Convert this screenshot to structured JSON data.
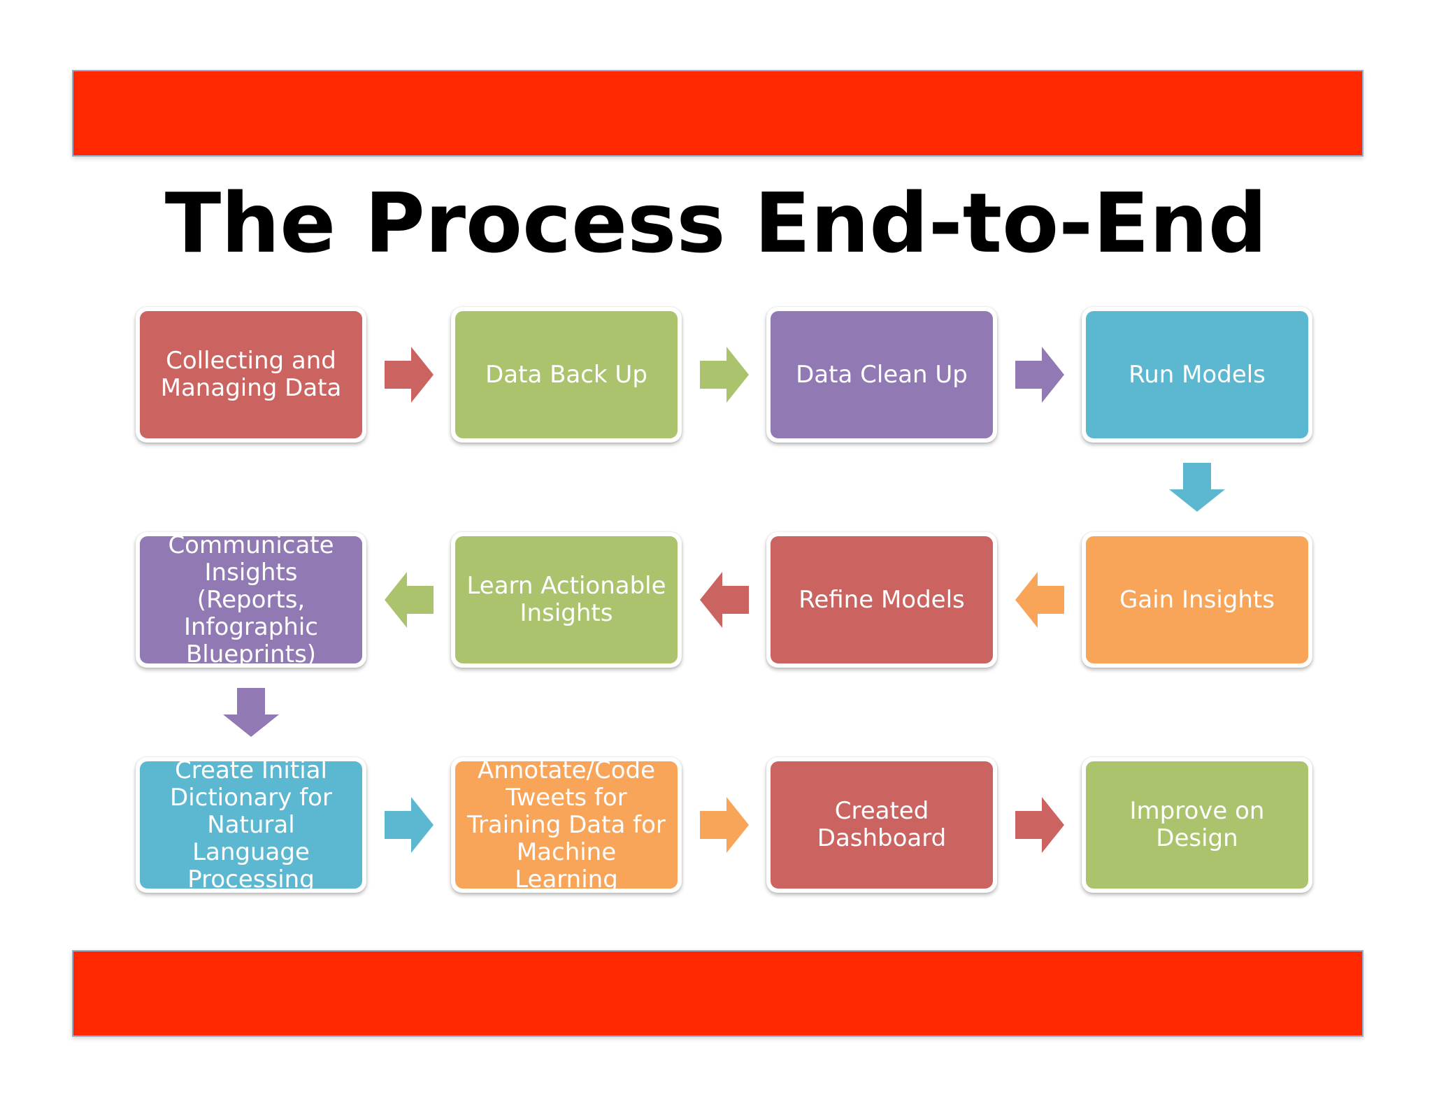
{
  "slide": {
    "title": "The Process End-to-End",
    "band_color": "#ff2800"
  },
  "colors": {
    "red": "#cb6460",
    "green": "#abc36c",
    "purple": "#9179b4",
    "blue": "#5cb8d0",
    "orange": "#f8a55a"
  },
  "steps": [
    {
      "lines": [
        "Collecting and",
        "Managing Data"
      ],
      "color": "red"
    },
    {
      "lines": [
        "Data Back Up"
      ],
      "color": "green"
    },
    {
      "lines": [
        "Data Clean Up"
      ],
      "color": "purple"
    },
    {
      "lines": [
        "Run Models"
      ],
      "color": "blue"
    },
    {
      "lines": [
        "Gain Insights"
      ],
      "color": "orange"
    },
    {
      "lines": [
        "Refine Models"
      ],
      "color": "red"
    },
    {
      "lines": [
        "Learn Actionable",
        "Insights"
      ],
      "color": "green"
    },
    {
      "lines": [
        "Communicate",
        "Insights (Reports,",
        "Infographic",
        "Blueprints)"
      ],
      "color": "purple"
    },
    {
      "lines": [
        "Create Initial",
        "Dictionary for",
        "Natural Language",
        "Processing"
      ],
      "color": "blue"
    },
    {
      "lines": [
        "Annotate/Code",
        "Tweets for",
        "Training Data for",
        "Machine Learning"
      ],
      "color": "orange"
    },
    {
      "lines": [
        "Created",
        "Dashboard"
      ],
      "color": "red"
    },
    {
      "lines": [
        "Improve on",
        "Design"
      ],
      "color": "green"
    }
  ],
  "connectors": [
    {
      "from": 0,
      "to": 1,
      "direction": "right",
      "color": "red"
    },
    {
      "from": 1,
      "to": 2,
      "direction": "right",
      "color": "green"
    },
    {
      "from": 2,
      "to": 3,
      "direction": "right",
      "color": "purple"
    },
    {
      "from": 3,
      "to": 4,
      "direction": "down",
      "color": "blue"
    },
    {
      "from": 4,
      "to": 5,
      "direction": "left",
      "color": "orange"
    },
    {
      "from": 5,
      "to": 6,
      "direction": "left",
      "color": "red"
    },
    {
      "from": 6,
      "to": 7,
      "direction": "left",
      "color": "green"
    },
    {
      "from": 7,
      "to": 8,
      "direction": "down",
      "color": "purple"
    },
    {
      "from": 8,
      "to": 9,
      "direction": "right",
      "color": "blue"
    },
    {
      "from": 9,
      "to": 10,
      "direction": "right",
      "color": "orange"
    },
    {
      "from": 10,
      "to": 11,
      "direction": "right",
      "color": "red"
    }
  ]
}
